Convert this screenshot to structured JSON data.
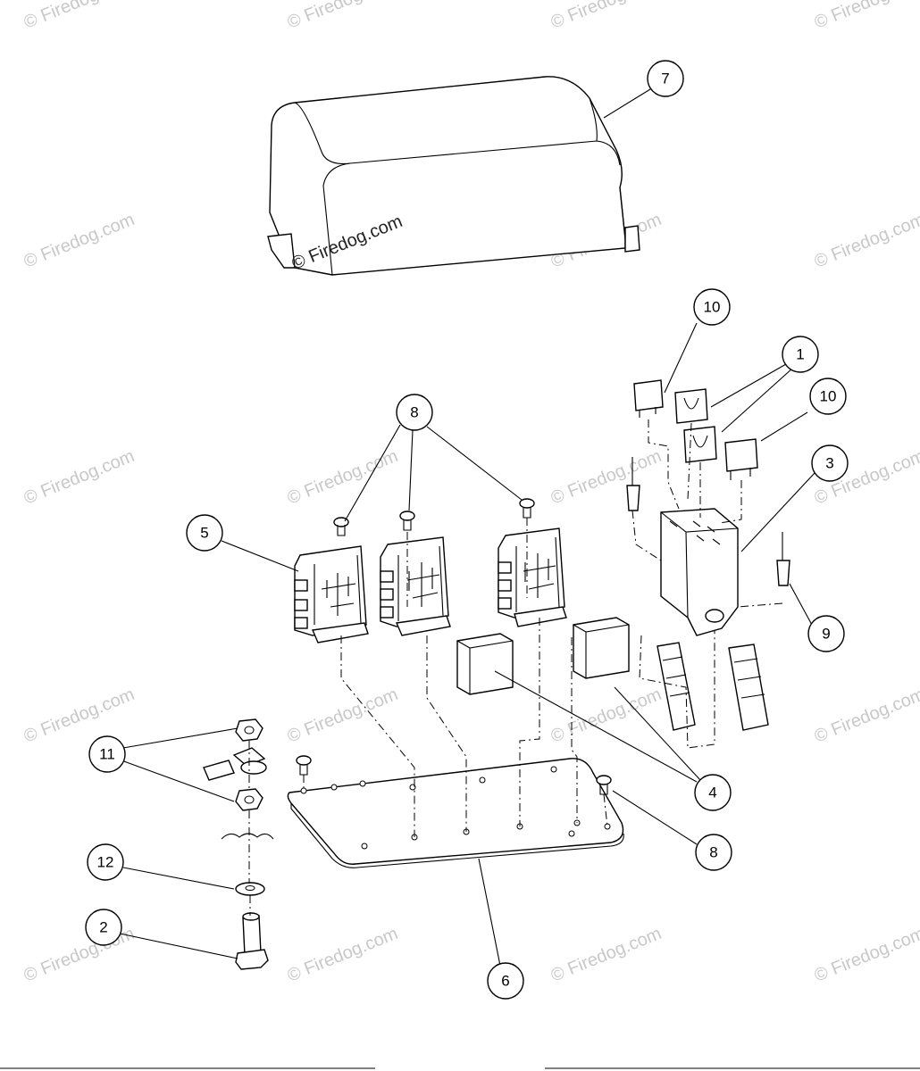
{
  "watermark": {
    "text": "© Firedog.com",
    "main_text": "© Firedog.com"
  },
  "callouts": {
    "c1": "1",
    "c2": "2",
    "c3": "3",
    "c4": "4",
    "c5": "5",
    "c6": "6",
    "c7": "7",
    "c8a": "8",
    "c8b": "8",
    "c9": "9",
    "c10a": "10",
    "c10b": "10",
    "c11": "11",
    "c12": "12"
  }
}
